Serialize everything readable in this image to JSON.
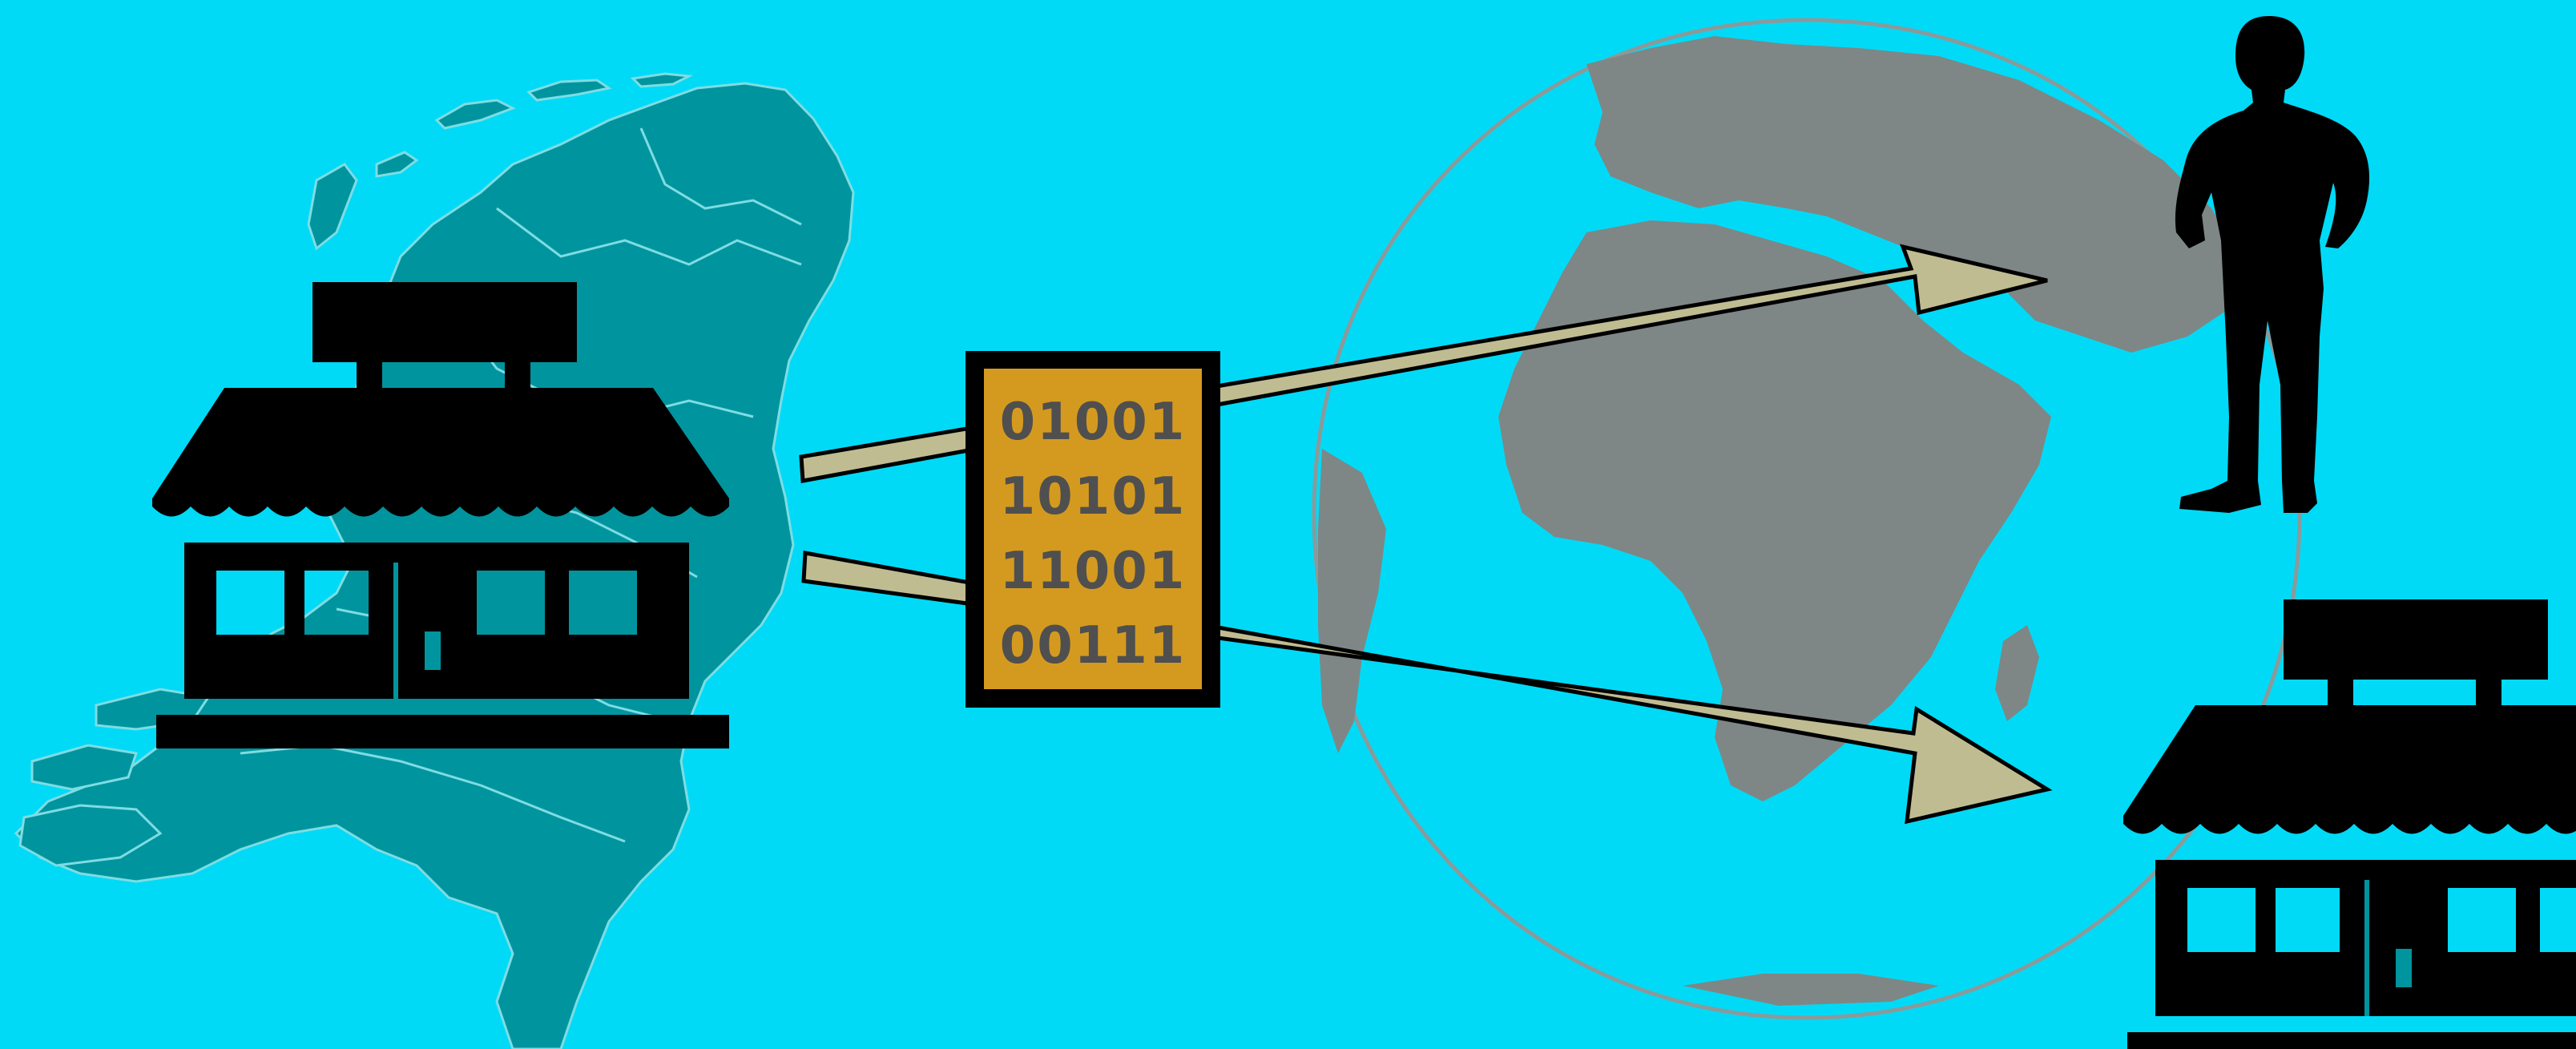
{
  "colors": {
    "background": "#00DAF7",
    "netherlands_map": "#00959E",
    "netherlands_border": "#7FDCE3",
    "globe_land": "#7E8785",
    "globe_outline": "#8A9A9A",
    "silhouette": "#000000",
    "data_box_fill": "#D49A20",
    "data_text": "#4F4F4F",
    "arrow_fill": "#BFBC92",
    "arrow_stroke": "#000000"
  },
  "icons": {
    "netherlands_map": "netherlands-map-icon",
    "globe": "globe-icon",
    "origin_store": "storefront-icon",
    "destination_store": "storefront-icon",
    "person": "person-silhouette-icon",
    "arrows": "arrow-right-icon"
  },
  "data_box": {
    "lines": [
      "01001",
      "10101",
      "11001",
      "00111"
    ]
  }
}
